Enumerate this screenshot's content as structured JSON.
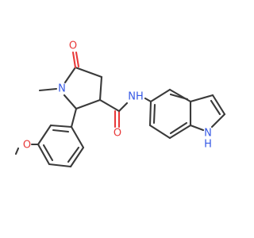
{
  "colors": {
    "bond": "#3a3a3a",
    "oxygen": "#e83a3a",
    "nitrogen": "#3558e5",
    "background": "#ffffff"
  },
  "atoms": {
    "ring_oxygen": "O",
    "ring_nitrogen": "N",
    "amide_oxygen": "O",
    "amide_nh": "NH",
    "indole_n": "N",
    "indole_h": "H",
    "methoxy_oxygen": "O"
  }
}
